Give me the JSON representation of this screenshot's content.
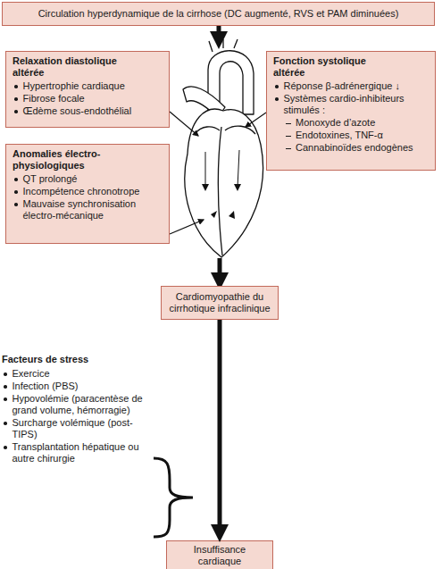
{
  "diagram": {
    "nodes": [
      {
        "text": [
          "Circulation hyperdynamique de la cirrhose (DC augmenté, RVS et PAM diminuées)"
        ]
      },
      {
        "text": [
          "Relaxation diastolique altérée",
          "Hypertrophie cardiaque",
          "Fibrose focale",
          "Œdème sous-endothélial"
        ]
      },
      {
        "text": [
          "Fonction systolique altérée",
          "Réponse β-adrénergique ↓",
          "Systèmes cardio-inhibiteurs stimulés :",
          "Monoxyde d’azote",
          "Endotoxines, TNF-α",
          "Cannabinoïdes endogènes"
        ]
      },
      {
        "text": [
          "Anomalies électro-physiologiques",
          "QT prolongé",
          "Incompétence chronotrope",
          "Mauvaise synchronisation électro-mécanique"
        ]
      },
      {
        "text": [
          "Cardiomyopathie du cirrhotique infraclinique"
        ]
      },
      {
        "text": [
          "Insuffisance cardiaque"
        ]
      }
    ],
    "edges": [
      {
        "from": 4,
        "to": 5,
        "arrow": "to"
      }
    ],
    "labels": [
      "Facteurs de stress",
      "Exercice",
      "Infection (PBS)",
      "Hypovolémie (paracentèse de grand volume, hémorragie)",
      "Surcharge volémique (post-TIPS)",
      "Transplantation hépatique ou autre chirurgie"
    ]
  }
}
